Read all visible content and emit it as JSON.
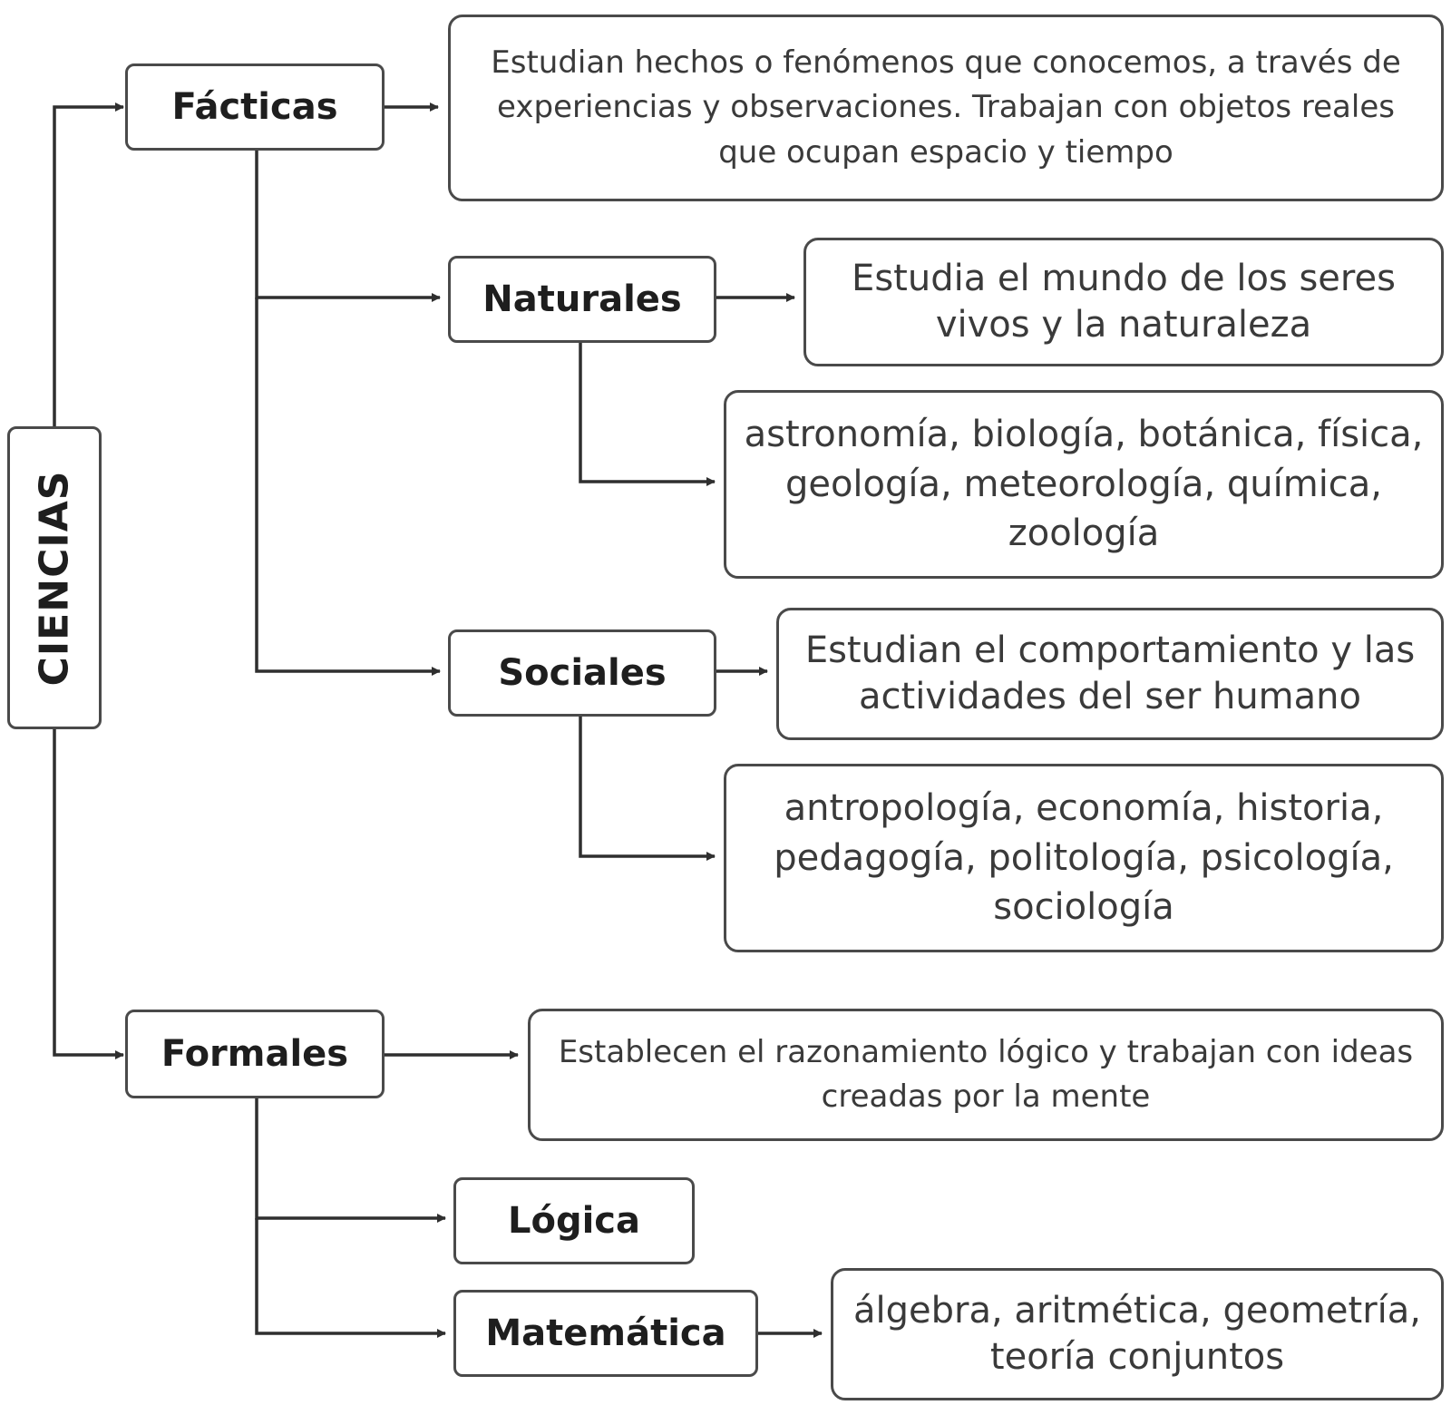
{
  "diagram": {
    "root": {
      "label": "CIENCIAS"
    },
    "facticas": {
      "label": "Fácticas",
      "description": "Estudian hechos o fenómenos que conocemos, a través de experiencias y observaciones. Trabajan con objetos reales que ocupan espacio y tiempo"
    },
    "naturales": {
      "label": "Naturales",
      "description": "Estudia el mundo de los seres vivos y la naturaleza",
      "examples": "astronomía, biología, botánica, física, geología, meteorología, química, zoología"
    },
    "sociales": {
      "label": "Sociales",
      "description": "Estudian el comportamiento y las actividades del ser humano",
      "examples": "antropología, economía, historia, pedagogía, politología, psicología, sociología"
    },
    "formales": {
      "label": "Formales",
      "description": "Establecen el razonamiento lógico y trabajan con ideas creadas por la mente"
    },
    "logica": {
      "label": "Lógica"
    },
    "matematica": {
      "label": "Matemática",
      "examples": "álgebra, aritmética, geometría, teoría conjuntos"
    }
  }
}
